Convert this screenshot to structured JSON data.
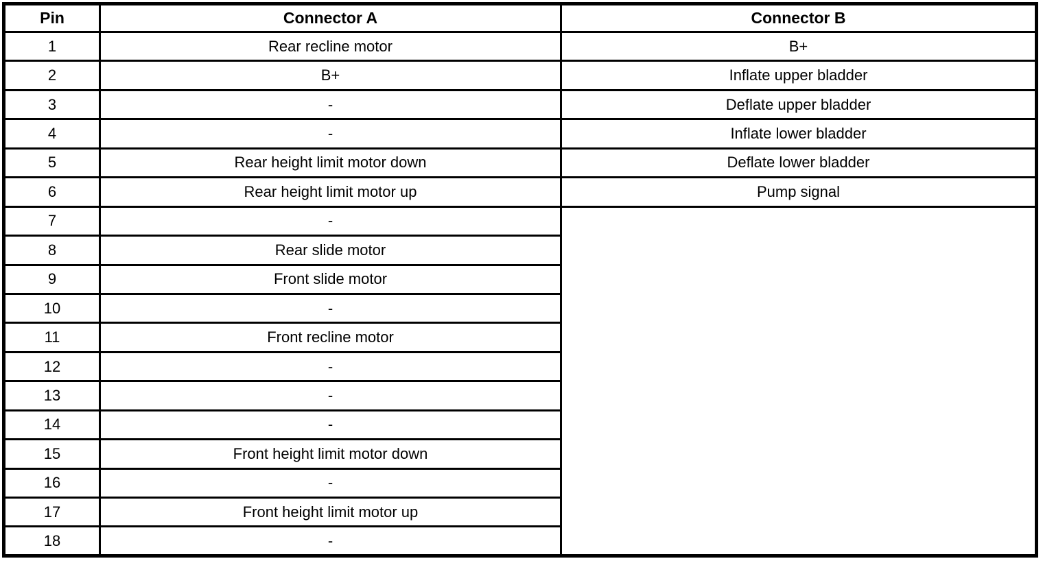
{
  "table": {
    "headers": {
      "pin": "Pin",
      "connector_a": "Connector A",
      "connector_b": "Connector B"
    },
    "rows": [
      {
        "pin": "1",
        "a": "Rear recline motor",
        "b": "B+"
      },
      {
        "pin": "2",
        "a": "B+",
        "b": "Inflate upper bladder"
      },
      {
        "pin": "3",
        "a": "-",
        "b": "Deflate upper bladder"
      },
      {
        "pin": "4",
        "a": "-",
        "b": "Inflate lower bladder"
      },
      {
        "pin": "5",
        "a": "Rear height limit motor down",
        "b": "Deflate lower bladder"
      },
      {
        "pin": "6",
        "a": "Rear height limit motor up",
        "b": "Pump signal"
      },
      {
        "pin": "7",
        "a": "-"
      },
      {
        "pin": "8",
        "a": "Rear slide motor"
      },
      {
        "pin": "9",
        "a": "Front slide motor"
      },
      {
        "pin": "10",
        "a": "-"
      },
      {
        "pin": "11",
        "a": "Front recline motor"
      },
      {
        "pin": "12",
        "a": "-"
      },
      {
        "pin": "13",
        "a": "-"
      },
      {
        "pin": "14",
        "a": "-"
      },
      {
        "pin": "15",
        "a": "Front height limit motor down"
      },
      {
        "pin": "16",
        "a": "-"
      },
      {
        "pin": "17",
        "a": "Front height limit motor up"
      },
      {
        "pin": "18",
        "a": "-"
      }
    ],
    "colors": {
      "border": "#000000",
      "background": "#ffffff",
      "text": "#000000"
    }
  }
}
